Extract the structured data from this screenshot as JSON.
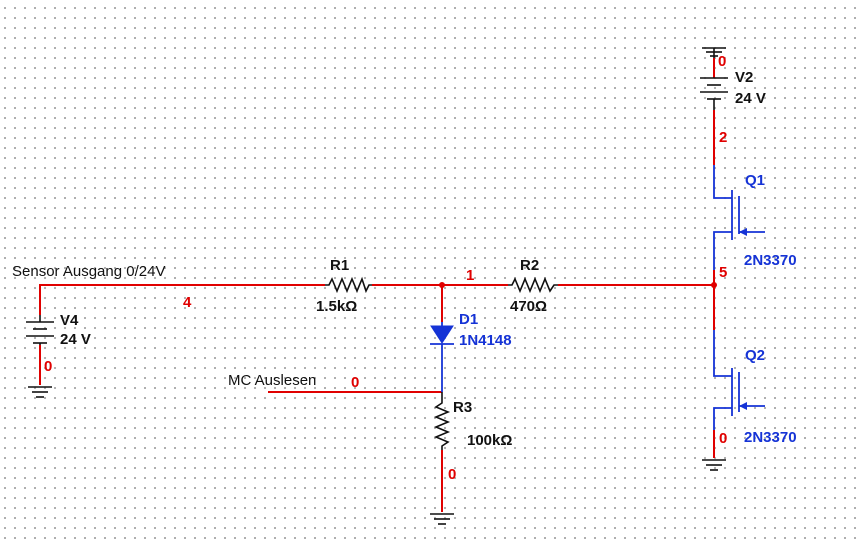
{
  "labels": {
    "sensor_label": "Sensor Ausgang 0/24V",
    "mc_label": "MC Auslesen"
  },
  "components": {
    "r1": {
      "ref": "R1",
      "value": "1.5kΩ"
    },
    "r2": {
      "ref": "R2",
      "value": "470Ω"
    },
    "r3": {
      "ref": "R3",
      "value": "100kΩ"
    },
    "d1": {
      "ref": "D1",
      "value": "1N4148"
    },
    "v2": {
      "ref": "V2",
      "value": "24 V"
    },
    "v4": {
      "ref": "V4",
      "value": "24 V"
    },
    "q1": {
      "ref": "Q1",
      "value": "2N3370"
    },
    "q2": {
      "ref": "Q2",
      "value": "2N3370"
    }
  },
  "nets": {
    "n_sensor": "4",
    "n_mid": "1",
    "n_out": "5",
    "n_supply": "2",
    "n_v2_gnd": "0",
    "n_v4_gnd": "0",
    "n_mc": "0",
    "n_r3_gnd": "0",
    "n_q2_gnd": "0"
  },
  "colors": {
    "wire": "#e00000",
    "component_blue": "#1533d6",
    "component_black": "#111111"
  }
}
